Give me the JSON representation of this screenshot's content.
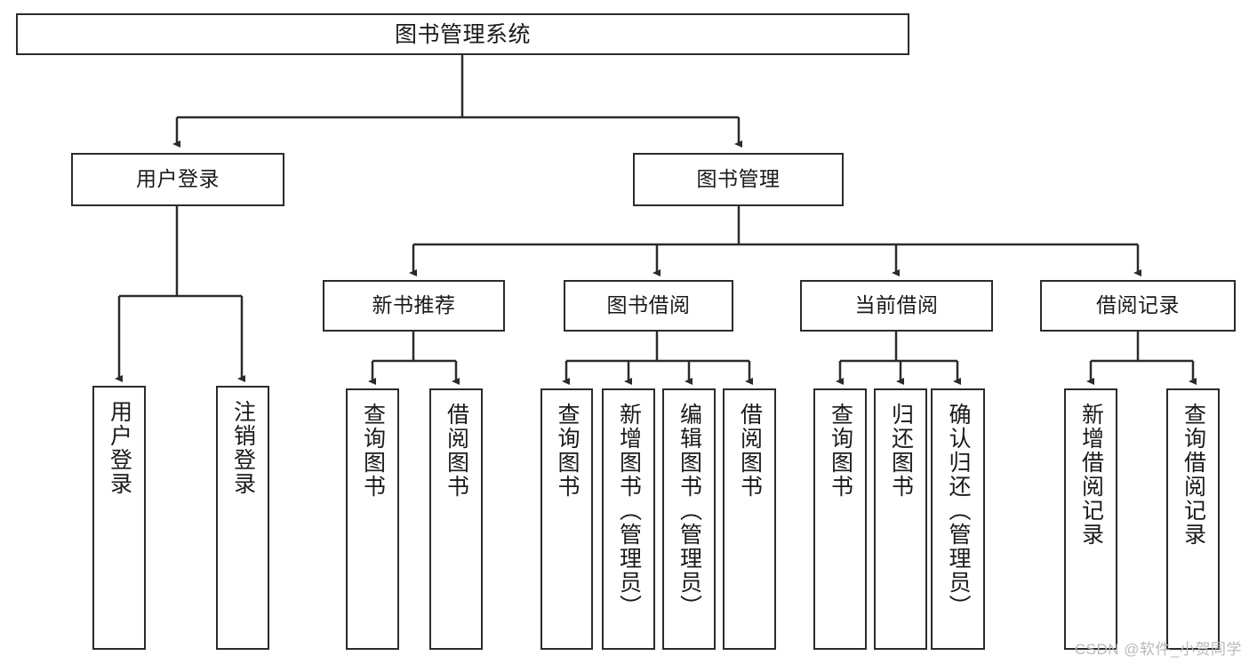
{
  "diagram": {
    "type": "tree-hierarchy",
    "title": "图书管理系统",
    "nodes": {
      "root": {
        "label": "图书管理系统"
      },
      "level1": [
        {
          "id": "user-login",
          "label": "用户登录"
        },
        {
          "id": "book-management",
          "label": "图书管理"
        }
      ],
      "level2": [
        {
          "id": "new-book-recommend",
          "label": "新书推荐"
        },
        {
          "id": "book-borrow",
          "label": "图书借阅"
        },
        {
          "id": "current-borrow",
          "label": "当前借阅"
        },
        {
          "id": "borrow-record",
          "label": "借阅记录"
        }
      ],
      "leaves": [
        {
          "id": "leaf-user-login",
          "label": "用户登录",
          "parent": "user-login"
        },
        {
          "id": "leaf-logout-login",
          "label": "注销登录",
          "parent": "user-login"
        },
        {
          "id": "leaf-query-book-1",
          "label": "查询图书",
          "parent": "new-book-recommend"
        },
        {
          "id": "leaf-borrow-book-1",
          "label": "借阅图书",
          "parent": "new-book-recommend"
        },
        {
          "id": "leaf-query-book-2",
          "label": "查询图书",
          "parent": "book-borrow"
        },
        {
          "id": "leaf-add-book",
          "label": "新增图书（管理员）",
          "parent": "book-borrow"
        },
        {
          "id": "leaf-edit-book",
          "label": "编辑图书（管理员）",
          "parent": "book-borrow"
        },
        {
          "id": "leaf-borrow-book-2",
          "label": "借阅图书",
          "parent": "book-borrow"
        },
        {
          "id": "leaf-query-book-3",
          "label": "查询图书",
          "parent": "current-borrow"
        },
        {
          "id": "leaf-return-book",
          "label": "归还图书",
          "parent": "current-borrow"
        },
        {
          "id": "leaf-confirm-return",
          "label": "确认归还（管理员）",
          "parent": "current-borrow"
        },
        {
          "id": "leaf-add-record",
          "label": "新增借阅记录",
          "parent": "borrow-record"
        },
        {
          "id": "leaf-query-record",
          "label": "查询借阅记录",
          "parent": "borrow-record"
        }
      ]
    },
    "watermark": "CSDN @软件_小贺同学",
    "colors": {
      "stroke": "#2b2b2b",
      "fill": "#ffffff",
      "text": "#1a1a1a",
      "watermark": "#b9b9b9"
    }
  }
}
